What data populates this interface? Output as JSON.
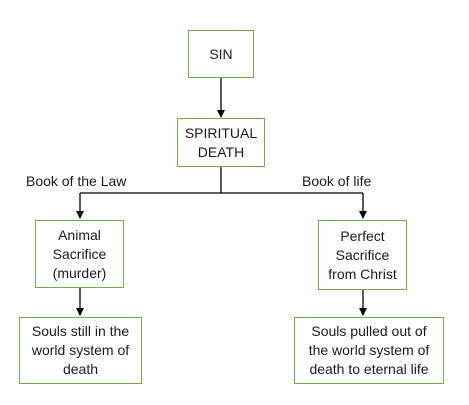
{
  "nodes": {
    "sin": "SIN",
    "spiritual_death": "SPIRITUAL\nDEATH",
    "animal_sacrifice": "Animal\nSacrifice\n(murder)",
    "perfect_sacrifice": "Perfect\nSacrifice\nfrom Christ",
    "souls_still": "Souls still in the\nworld system of\ndeath",
    "souls_pulled": "Souls pulled out of\nthe world system of\ndeath to eternal life"
  },
  "branches": {
    "left": "Book of the Law",
    "right": "Book of life"
  },
  "colors": {
    "box_border": "#70ad47",
    "connector": "#000000"
  }
}
